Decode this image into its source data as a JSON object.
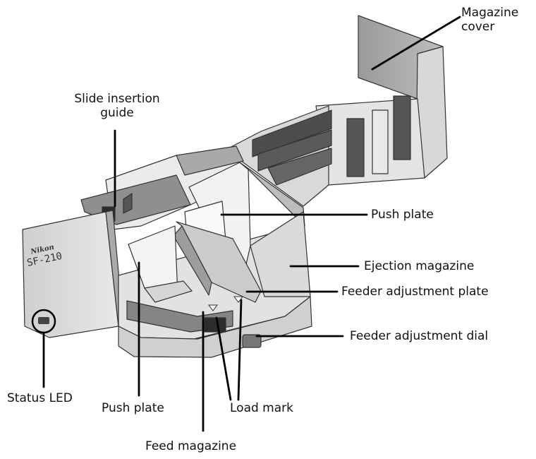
{
  "brand": {
    "logo": "Nikon",
    "model": "SF-210"
  },
  "labels": {
    "magazine_cover": [
      "Magazine",
      "cover"
    ],
    "slide_insertion_guide": [
      "Slide insertion",
      "guide"
    ],
    "push_plate_top": "Push plate",
    "ejection_magazine": "Ejection magazine",
    "feeder_adjustment_plate": "Feeder adjustment plate",
    "feeder_adjustment_dial": "Feeder adjustment dial",
    "status_led": "Status LED",
    "push_plate_bottom": "Push plate",
    "load_mark": "Load mark",
    "feed_magazine": "Feed magazine"
  },
  "colors": {
    "body_light": "#e6e6e6",
    "body_mid": "#c8c8c8",
    "body_dark": "#8c8c8c",
    "line": "#000000"
  }
}
